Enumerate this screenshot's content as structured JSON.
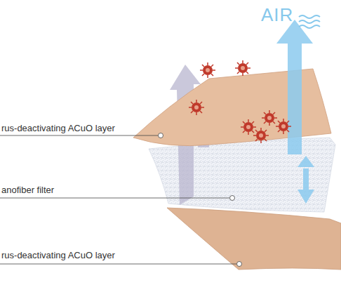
{
  "diagram": {
    "labels": [
      "AIR",
      "rus-deactivating ACuO layer",
      "anofiber filter",
      "rus-deactivating ACuO layer"
    ]
  }
}
